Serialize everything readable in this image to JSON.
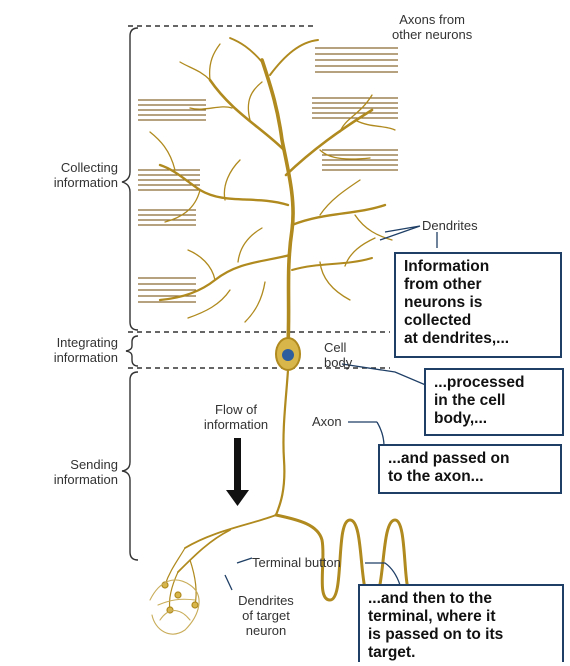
{
  "labels": {
    "axons_from_other": "Axons from\nother neurons",
    "collecting": "Collecting\ninformation",
    "integrating": "Integrating\ninformation",
    "sending": "Sending\ninformation",
    "flow": "Flow of\ninformation",
    "dendrites": "Dendrites",
    "cell_body": "Cell\nbody",
    "axon": "Axon",
    "terminal_button": "Terminal button",
    "dendrites_target": "Dendrites\nof target\nneuron"
  },
  "boxes": {
    "dendrites_info": "Information\nfrom other\nneurons is\ncollected\nat dendrites,...",
    "cell_body_info": "...processed\nin the cell\nbody,...",
    "axon_info": "...and passed on\nto the axon...",
    "terminal_info": "...and then to the\nterminal, where it\nis passed on to its\ntarget."
  },
  "colors": {
    "neuron": "#b08a1e",
    "neuron_fill": "#d8b64a",
    "nucleus": "#2f5e9e",
    "box_border": "#1f3f66",
    "axon_lines": "#8a6a32"
  }
}
